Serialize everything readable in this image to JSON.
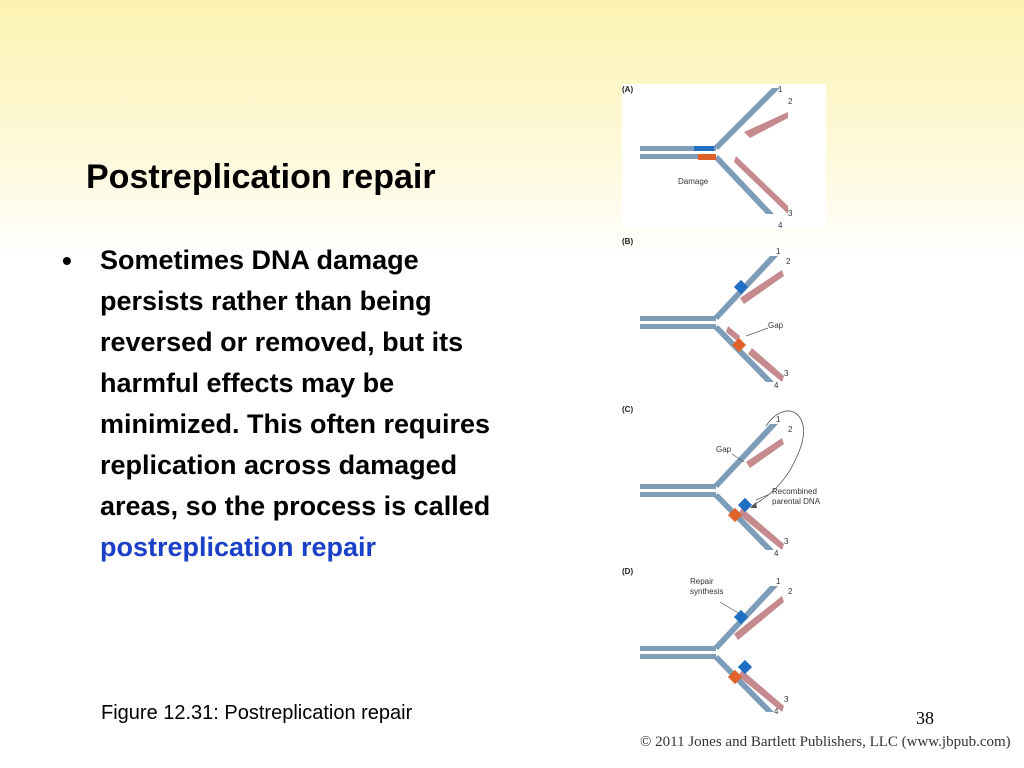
{
  "slide": {
    "title": "Postreplication repair",
    "bullet_symbol": "•",
    "bullet_text": "Sometimes DNA damage persists rather than being reversed or removed, but its harmful effects may be minimized. This often requires replication across damaged areas, so the process is called",
    "bullet_highlight": "postreplication repair",
    "caption": "Figure 12.31: Postreplication repair",
    "page_number": "38",
    "copyright": "© 2011 Jones and Bartlett Publishers, LLC (www.jbpub.com)"
  },
  "figure": {
    "panels": [
      {
        "label": "(A)",
        "strand_numbers": [
          "1",
          "2",
          "3",
          "4"
        ],
        "annotations": [
          "Damage"
        ]
      },
      {
        "label": "(B)",
        "strand_numbers": [
          "1",
          "2",
          "3",
          "4"
        ],
        "annotations": [
          "Gap"
        ]
      },
      {
        "label": "(C)",
        "strand_numbers": [
          "1",
          "2",
          "3",
          "4"
        ],
        "annotations": [
          "Gap",
          "Recombined",
          "parental DNA"
        ]
      },
      {
        "label": "(D)",
        "strand_numbers": [
          "1",
          "2",
          "3",
          "4"
        ],
        "annotations": [
          "Repair",
          "synthesis"
        ]
      }
    ],
    "colors": {
      "parental_strand": "#7d9cb8",
      "new_strand": "#c48a8e",
      "damage": "#e0622a",
      "recombined": "#1f6fc2",
      "panel_a_background": "#ffffff"
    }
  }
}
